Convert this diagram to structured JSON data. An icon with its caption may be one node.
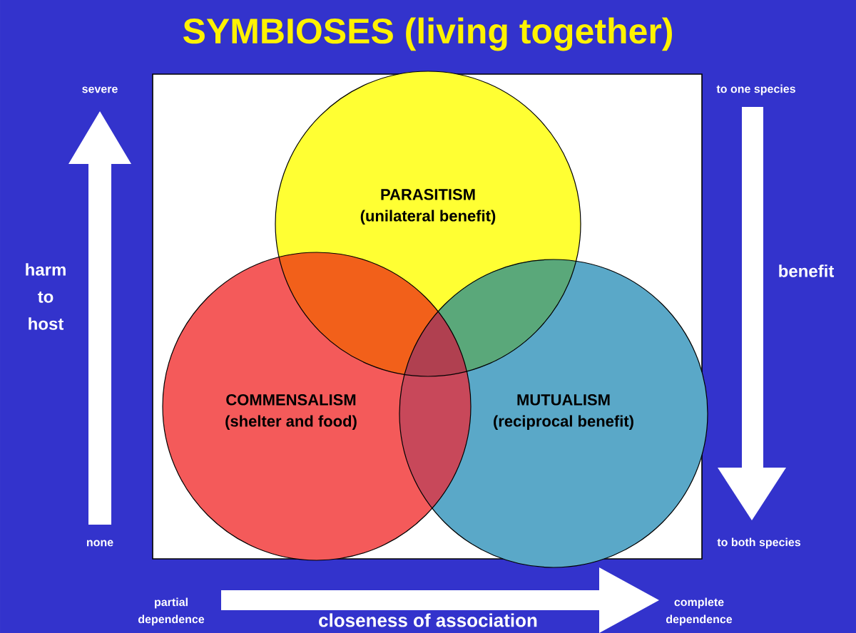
{
  "diagram": {
    "title": "SYMBIOSES (living together)",
    "nodes": [
      {
        "text": [
          "PARASITISM",
          "(unilateral benefit)"
        ]
      },
      {
        "text": [
          "COMMENSALISM",
          "(shelter and food)"
        ]
      },
      {
        "text": [
          "MUTUALISM",
          "(reciprocal benefit)"
        ]
      }
    ],
    "labels": [
      "severe",
      "to one species",
      "harm to host",
      "benefit",
      "none",
      "to both species",
      "partial dependence",
      "closeness of association",
      "complete dependence"
    ]
  }
}
